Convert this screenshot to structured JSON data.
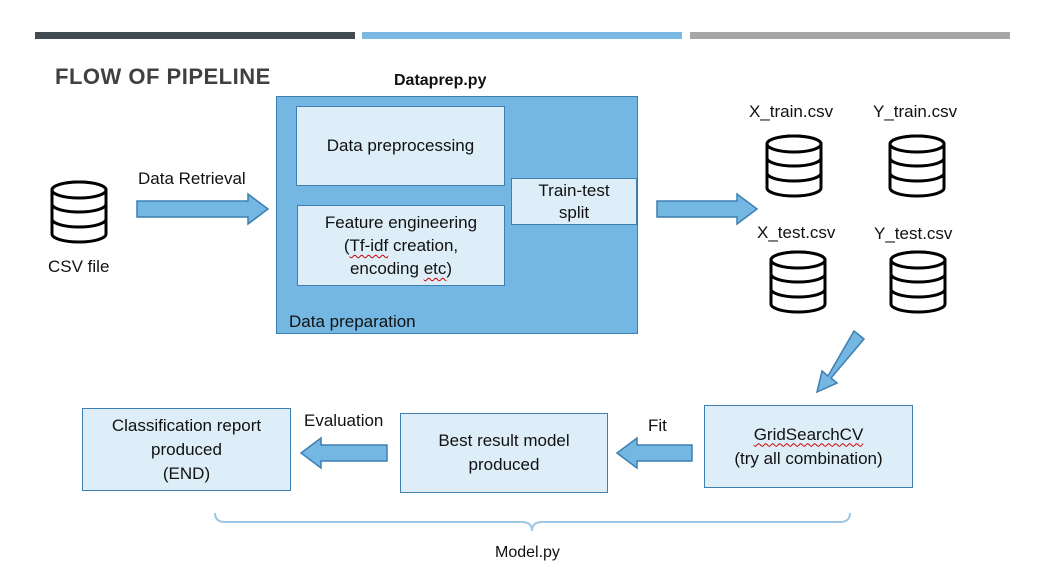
{
  "title": "FLOW OF PIPELINE",
  "colors": {
    "bar1": "#414b52",
    "bar2": "#7bb8e2",
    "bar3": "#a6a6a6",
    "accent_blue": "#74b7e3",
    "box_fill": "#ddeef9",
    "stroke": "#3d7fb0"
  },
  "dataprep": {
    "file_label": "Dataprep.py",
    "container_label": "Data preparation",
    "preprocessing": "Data preprocessing",
    "feature_line1": "Feature engineering",
    "feature_line2_pre": "(",
    "feature_line2_sq": "Tf-idf",
    "feature_line2_post": " creation,",
    "feature_line3_pre": "encoding ",
    "feature_line3_sq": "etc",
    "feature_line3_post": ")",
    "split_line1": "Train-test",
    "split_line2": "split"
  },
  "input": {
    "arrow_label": "Data Retrieval",
    "db_label": "CSV file",
    "icon": "database-icon"
  },
  "outputs": {
    "x_train": "X_train.csv",
    "y_train": "Y_train.csv",
    "x_test": "X_test.csv",
    "y_test": "Y_test.csv"
  },
  "model": {
    "grid_line1": "GridSearchCV",
    "grid_line2": "(try all combination)",
    "fit_label": "Fit",
    "best_line1": "Best result model",
    "best_line2": "produced",
    "eval_label": "Evaluation",
    "report_line1": "Classification report",
    "report_line2": "produced",
    "report_line3": "(END)",
    "file_label": "Model.py"
  }
}
